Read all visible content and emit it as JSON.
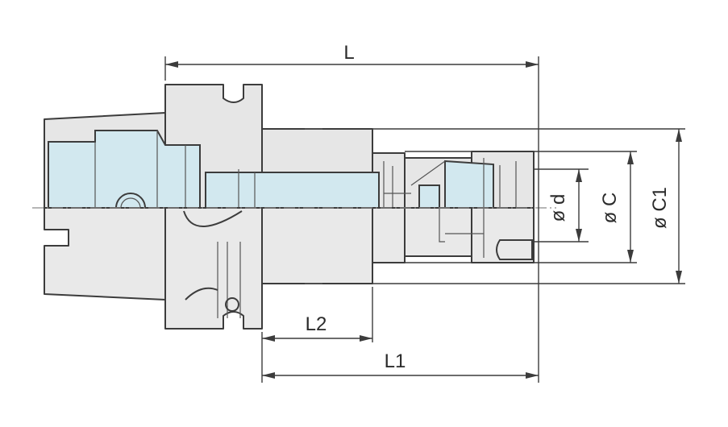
{
  "dimensions": {
    "L": "L",
    "L1": "L1",
    "L2": "L2",
    "d": "ø d",
    "C": "ø C",
    "C1": "ø C1"
  }
}
